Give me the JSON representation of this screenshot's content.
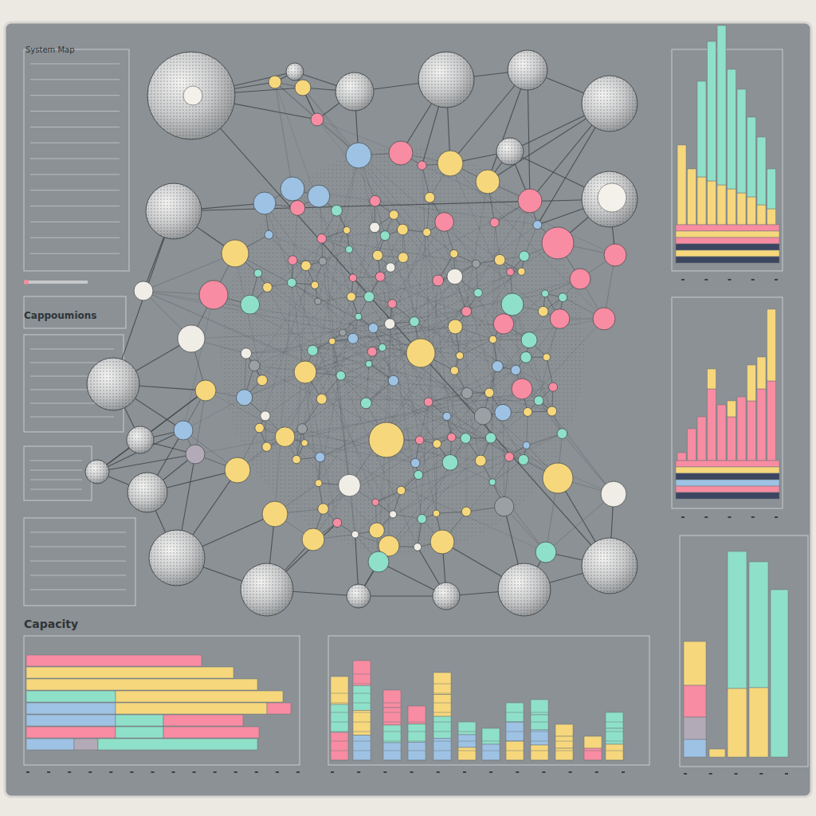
{
  "diagram": {
    "title": "System Map",
    "labels": [
      "Cappoumions",
      "Capacity"
    ]
  }
}
